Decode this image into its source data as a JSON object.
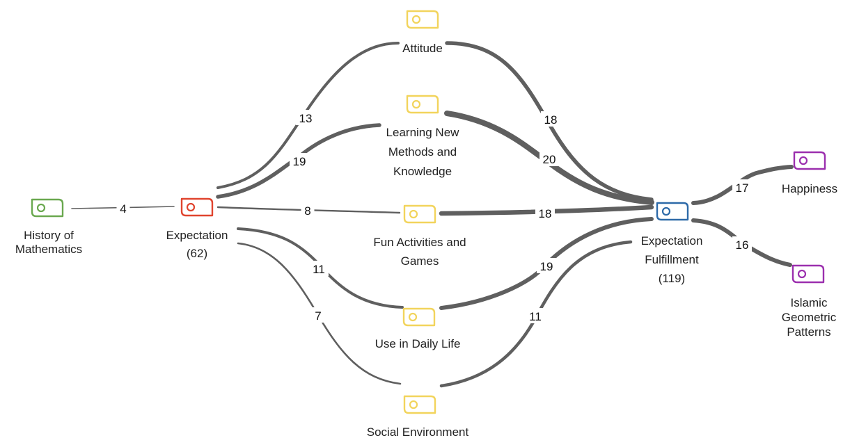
{
  "nodes": {
    "history": {
      "lines": [
        "History of",
        "Mathematics"
      ],
      "color": "#6aa84f"
    },
    "expectation": {
      "lines": [
        "Expectation",
        "(62)"
      ],
      "color": "#e0442e"
    },
    "attitude": {
      "lines": [
        "Attitude"
      ],
      "color": "#f2d45c"
    },
    "learning": {
      "lines": [
        "Learning New",
        "Methods and",
        "Knowledge"
      ],
      "color": "#f2d45c"
    },
    "fun": {
      "lines": [
        "Fun Activities and",
        "Games"
      ],
      "color": "#f2d45c"
    },
    "daily": {
      "lines": [
        "Use in Daily Life"
      ],
      "color": "#f2d45c"
    },
    "social": {
      "lines": [
        "Social Environment"
      ],
      "color": "#f2d45c"
    },
    "fulfillment": {
      "lines": [
        "Expectation",
        "Fulfillment",
        "(119)"
      ],
      "color": "#2d6aa8"
    },
    "happiness": {
      "lines": [
        "Happiness"
      ],
      "color": "#9b2fae"
    },
    "islamic": {
      "lines": [
        "Islamic",
        "Geometric",
        "Patterns"
      ],
      "color": "#9b2fae"
    }
  },
  "edges": [
    {
      "from": "history",
      "to": "expectation",
      "weight": "4"
    },
    {
      "from": "expectation",
      "to": "attitude",
      "weight": "13"
    },
    {
      "from": "expectation",
      "to": "learning",
      "weight": "19"
    },
    {
      "from": "expectation",
      "to": "fun",
      "weight": "8"
    },
    {
      "from": "expectation",
      "to": "daily",
      "weight": "11"
    },
    {
      "from": "expectation",
      "to": "social",
      "weight": "7"
    },
    {
      "from": "attitude",
      "to": "fulfillment",
      "weight": "18"
    },
    {
      "from": "learning",
      "to": "fulfillment",
      "weight": "20"
    },
    {
      "from": "fun",
      "to": "fulfillment",
      "weight": "18"
    },
    {
      "from": "daily",
      "to": "fulfillment",
      "weight": "19"
    },
    {
      "from": "social",
      "to": "fulfillment",
      "weight": "11"
    },
    {
      "from": "fulfillment",
      "to": "happiness",
      "weight": "17"
    },
    {
      "from": "fulfillment",
      "to": "islamic",
      "weight": "16"
    }
  ],
  "edge_color": "#5f5f5f"
}
